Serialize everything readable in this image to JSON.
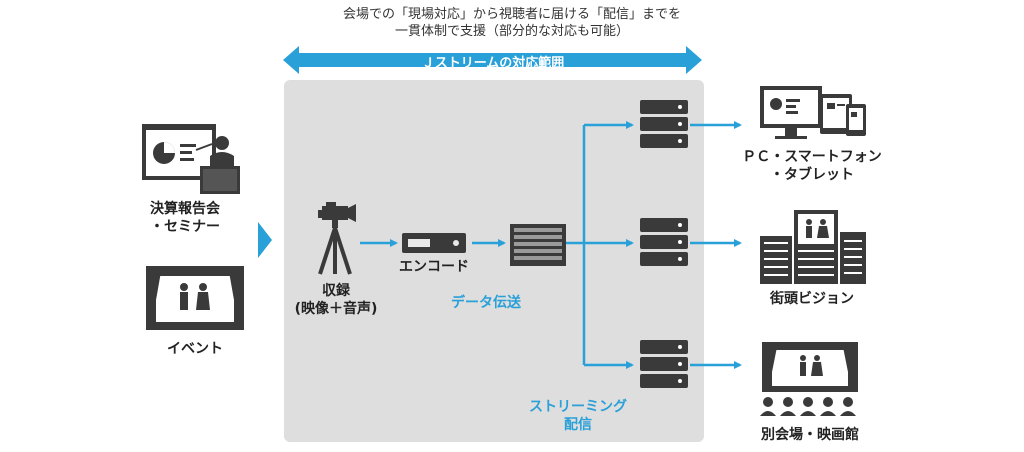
{
  "caption": {
    "line1": "会場での「現場対応」から視聴者に届ける「配信」までを",
    "line2": "一貫体制で支援（部分的な対応も可能）"
  },
  "scope_label": "Ｊストリームの対応範囲",
  "sources": {
    "seminar_line1": "決算報告会",
    "seminar_line2": "・セミナー",
    "event": "イベント"
  },
  "process": {
    "recording_line1": "収録",
    "recording_line2": "(映像＋音声)",
    "encode": "エンコード",
    "data_transfer": "データ伝送",
    "streaming_line1": "ストリーミング",
    "streaming_line2": "配信"
  },
  "outputs": {
    "devices_line1": "ＰＣ・スマートフォン",
    "devices_line2": "・タブレット",
    "signage": "街頭ビジョン",
    "venue": "別会場・映画館"
  },
  "colors": {
    "accent_blue": "#29a0d8",
    "panel_gray": "#dedede",
    "icon_dark": "#3a3a3a"
  }
}
